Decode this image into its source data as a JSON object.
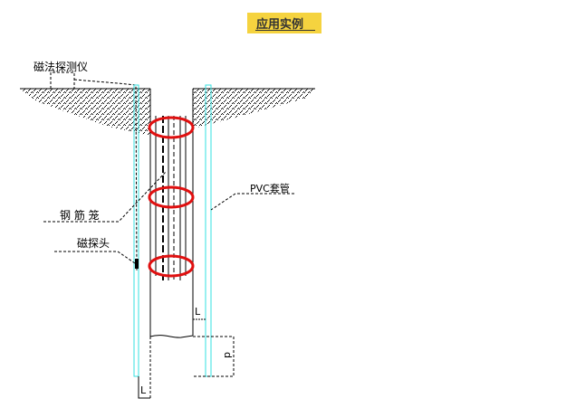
{
  "title": "应用实例",
  "labels": {
    "instrument": "磁法探测仪",
    "cage": "钢 筋 笼",
    "probe": "磁探头",
    "pvc": "PVC套管",
    "dim_l_top": "L",
    "dim_l_bottom": "L",
    "dim_d": "d"
  },
  "colors": {
    "badge": "#f5d33f",
    "ring": "#e01010",
    "pipe": "#33e0e0"
  }
}
